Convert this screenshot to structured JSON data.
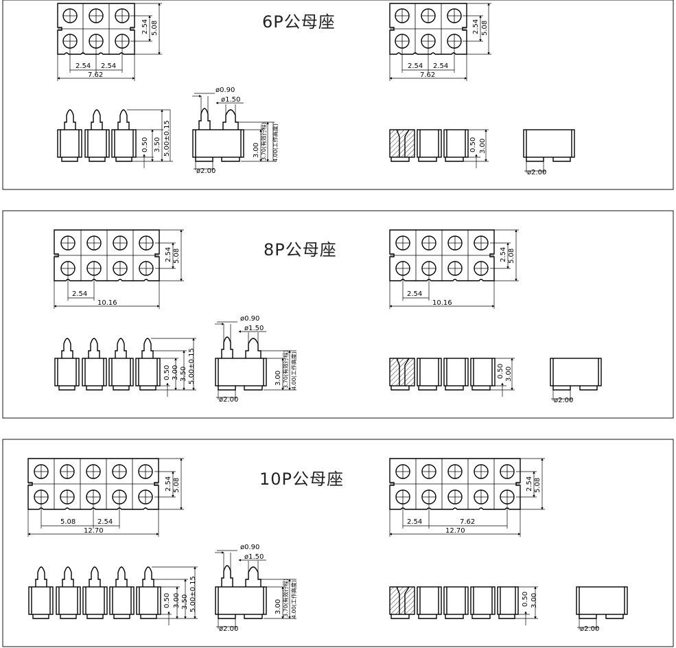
{
  "panels": [
    {
      "title": "6P公母座",
      "top_left": {
        "pitch_v": "2.54",
        "height": "5.08",
        "pitch_h1": "2.54",
        "pitch_h2": "2.54",
        "width": "7.62"
      },
      "top_right": {
        "pitch_v": "2.54",
        "height": "5.08",
        "pitch_h1": "2.54",
        "pitch_h2": "2.54",
        "width": "7.62"
      },
      "side_left": {
        "d1": "0.50",
        "d2": "3.50",
        "d3": "5.00±0.15"
      },
      "side_mid": {
        "pin_dia": "ø0.90",
        "tip_dia": "ø1.50",
        "base_dia": "ø2.00",
        "h1": "3.00",
        "h2": "3.70(有效行程)",
        "h3": "4.00(工作高度)"
      },
      "side_right": {
        "d1": "0.50",
        "d2": "3.00"
      },
      "end_view": {
        "dia": "ø2.00"
      }
    },
    {
      "title": "8P公母座",
      "top_left": {
        "pitch_v": "2.54",
        "height": "5.08",
        "pitch_h1": "2.54",
        "width": "10.16"
      },
      "top_right": {
        "pitch_v": "2.54",
        "height": "5.08",
        "pitch_h1": "2.54",
        "width": "10.16"
      },
      "side_left": {
        "d1": "0.50",
        "d2": "3.00",
        "d3": "3.50",
        "d4": "5.00±0.15"
      },
      "side_mid": {
        "pin_dia": "ø0.90",
        "tip_dia": "ø1.50",
        "base_dia": "ø2.00",
        "h1": "3.00",
        "h2": "3.70(有效行程)",
        "h3": "4.00(工作高度)"
      },
      "side_right": {
        "d1": "0.50",
        "d2": "3.00"
      },
      "end_view": {
        "dia": "ø2.00"
      }
    },
    {
      "title": "10P公母座",
      "top_left": {
        "pitch_v": "2.54",
        "height": "5.08",
        "pitch_h1": "5.08",
        "pitch_h2": "2.54",
        "width": "12.70"
      },
      "top_right": {
        "pitch_v": "2.54",
        "height": "5.08",
        "pitch_h1": "2.54",
        "pitch_h2": "7.62",
        "width": "12.70"
      },
      "side_left": {
        "d1": "0.50",
        "d2": "3.00",
        "d3": "3.50",
        "d4": "5.00±0.15"
      },
      "side_mid": {
        "pin_dia": "ø0.90",
        "tip_dia": "ø1.50",
        "base_dia": "ø2.00",
        "h1": "3.00",
        "h2": "3.70(有效行程)",
        "h3": "4.00(工作高度)"
      },
      "side_right": {
        "d1": "0.50",
        "d2": "3.00"
      },
      "end_view": {
        "dia": "ø2.00"
      }
    }
  ]
}
